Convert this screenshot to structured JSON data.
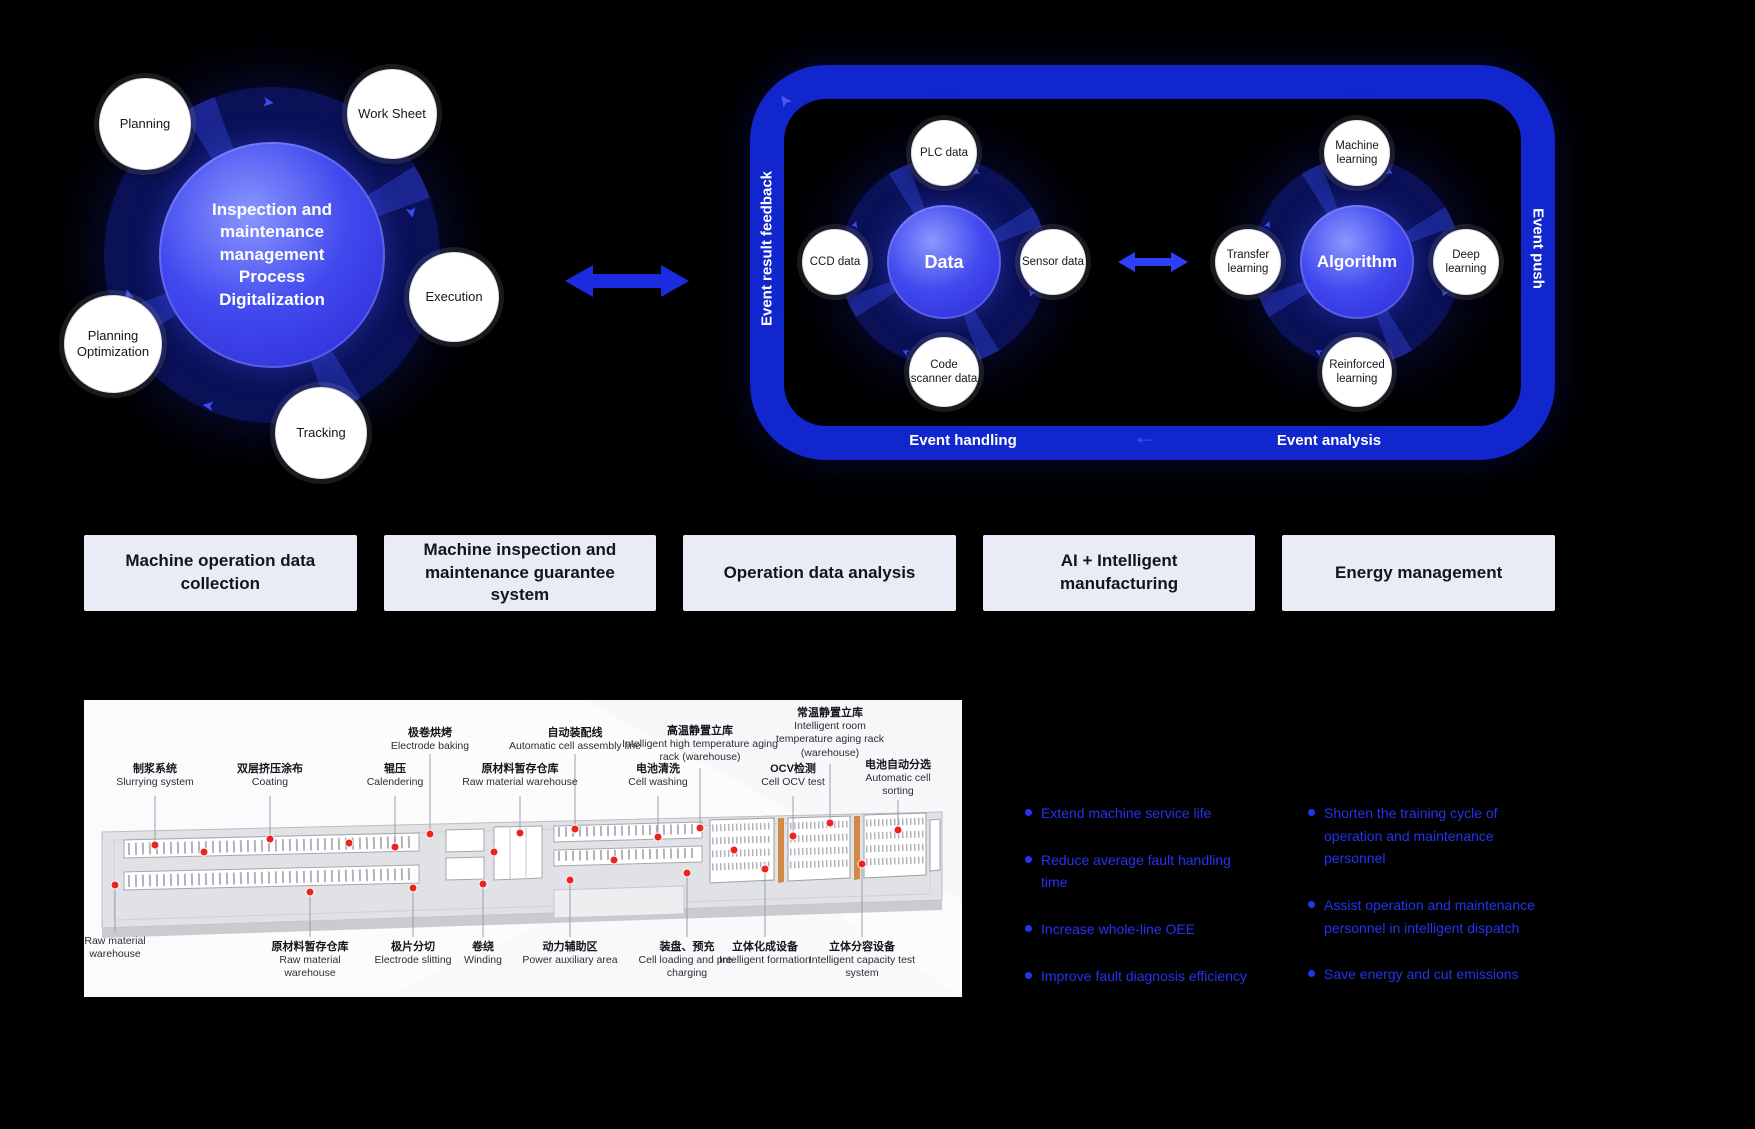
{
  "colors": {
    "accent_blue": "#1b2ce0",
    "loop_blue": "#1126cc",
    "ring_navy": "#0a1157",
    "bullet_blue": "#2334f0",
    "pillar_bg": "#e9ecf6",
    "station_red": "#e8251f",
    "rack_orange": "#d08a45"
  },
  "icons": {
    "flow_arrow": "➤",
    "left_arrow": "←"
  },
  "left_hub": {
    "center": "Inspection and maintenance management Process Digitalization",
    "satellites": [
      {
        "label": "Planning"
      },
      {
        "label": "Work Sheet"
      },
      {
        "label": "Execution"
      },
      {
        "label": "Tracking"
      },
      {
        "label": "Planning Optimization"
      }
    ]
  },
  "loop": {
    "left_label": "Event result feedback",
    "right_label": "Event push",
    "bottom_left_label": "Event handling",
    "bottom_right_label": "Event analysis",
    "data_hub": {
      "center": "Data",
      "satellites": [
        {
          "label": "PLC data"
        },
        {
          "label": "Sensor data"
        },
        {
          "label": "Code scanner data"
        },
        {
          "label": "CCD data"
        }
      ]
    },
    "algorithm_hub": {
      "center": "Algorithm",
      "satellites": [
        {
          "label": "Machine learning"
        },
        {
          "label": "Deep learning"
        },
        {
          "label": "Reinforced learning"
        },
        {
          "label": "Transfer learning"
        }
      ]
    }
  },
  "pillars": [
    "Machine operation data collection",
    "Machine inspection and maintenance guarantee system",
    "Operation data analysis",
    "AI + Intelligent manufacturing",
    "Energy management"
  ],
  "floorplan": {
    "labels": [
      {
        "zh": "制浆系统",
        "en": "Slurrying system"
      },
      {
        "zh": "双层挤压涂布",
        "en": "Coating"
      },
      {
        "zh": "辊压",
        "en": "Calendering"
      },
      {
        "zh": "极卷烘烤",
        "en": "Electrode baking"
      },
      {
        "zh": "原材料暂存仓库",
        "en": "Raw material warehouse"
      },
      {
        "zh": "自动装配线",
        "en": "Automatic cell assembly line"
      },
      {
        "zh": "电池清洗",
        "en": "Cell washing"
      },
      {
        "zh": "高温静置立库",
        "en": "Intelligent high temperature aging rack (warehouse)"
      },
      {
        "zh": "OCV检测",
        "en": "Cell OCV test"
      },
      {
        "zh": "常温静置立库",
        "en": "Intelligent room temperature aging rack (warehouse)"
      },
      {
        "zh": "电池自动分选",
        "en": "Automatic cell sorting"
      },
      {
        "zh": "",
        "en": "Raw material warehouse"
      },
      {
        "zh": "原材料暂存仓库",
        "en": "Raw material warehouse"
      },
      {
        "zh": "极片分切",
        "en": "Electrode slitting"
      },
      {
        "zh": "卷绕",
        "en": "Winding"
      },
      {
        "zh": "动力辅助区",
        "en": "Power auxiliary area"
      },
      {
        "zh": "装盘、预充",
        "en": "Cell loading and pre-charging"
      },
      {
        "zh": "立体化成设备",
        "en": "Intelligent formation"
      },
      {
        "zh": "立体分容设备",
        "en": "Intelligent capacity test system"
      }
    ]
  },
  "benefits": {
    "col1": [
      "Extend machine service life",
      "Reduce average fault handling time",
      "Increase whole-line OEE",
      "Improve fault diagnosis efficiency"
    ],
    "col2": [
      "Shorten the training cycle of operation and maintenance personnel",
      "Assist operation and maintenance personnel in intelligent dispatch",
      "Save energy and cut emissions"
    ]
  }
}
